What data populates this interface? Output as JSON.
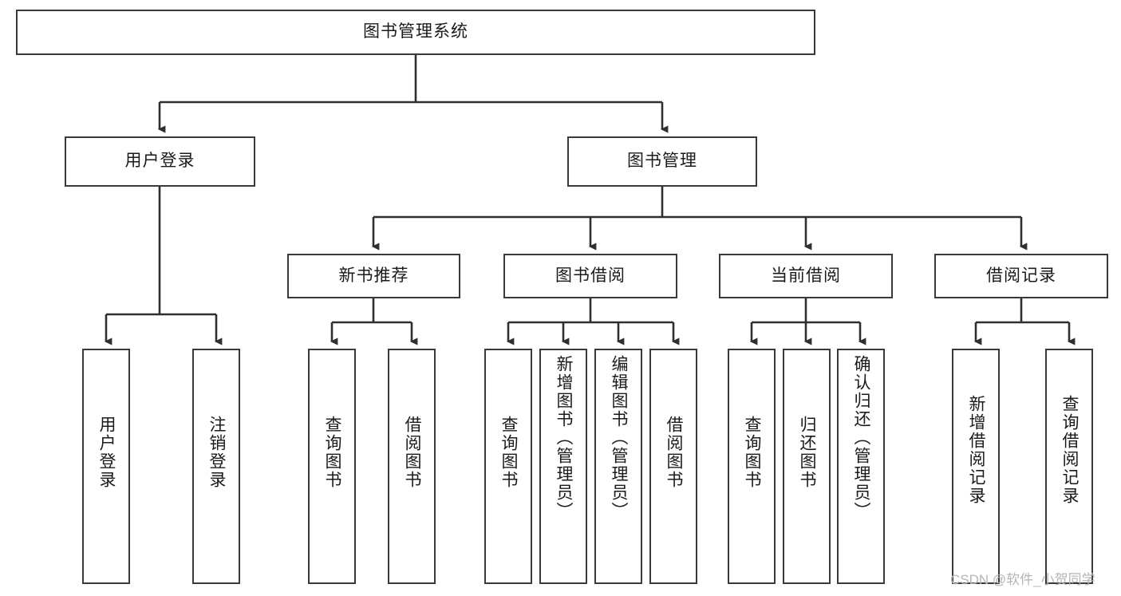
{
  "diagram": {
    "title": "图书管理系统",
    "type": "tree-hierarchy",
    "colors": {
      "box_border": "#3a3a3a",
      "box_fill": "#ffffff",
      "edge": "#2f2f2f",
      "text": "#1a1a1a",
      "watermark": "#b5b5b5"
    },
    "nodes": {
      "root": {
        "label": "图书管理系统"
      },
      "level2": [
        {
          "id": "user-login",
          "label": "用户登录"
        },
        {
          "id": "book-manage",
          "label": "图书管理"
        }
      ],
      "level3": [
        {
          "id": "new-book-recommend",
          "label": "新书推荐"
        },
        {
          "id": "book-borrow",
          "label": "图书借阅"
        },
        {
          "id": "current-borrow",
          "label": "当前借阅"
        },
        {
          "id": "borrow-record",
          "label": "借阅记录"
        }
      ],
      "leaves": {
        "user_login": [
          {
            "id": "leaf-user-login",
            "label": "用户登录"
          },
          {
            "id": "leaf-logout-login",
            "label": "注销登录"
          }
        ],
        "new_book_recommend": [
          {
            "id": "leaf-query-book-1",
            "label": "查询图书"
          },
          {
            "id": "leaf-borrow-book-1",
            "label": "借阅图书"
          }
        ],
        "book_borrow": [
          {
            "id": "leaf-query-book-2",
            "label": "查询图书"
          },
          {
            "id": "leaf-add-book-admin",
            "label": "新增图书（管理员）"
          },
          {
            "id": "leaf-edit-book-admin",
            "label": "编辑图书（管理员）"
          },
          {
            "id": "leaf-borrow-book-2",
            "label": "借阅图书"
          }
        ],
        "current_borrow": [
          {
            "id": "leaf-query-book-3",
            "label": "查询图书"
          },
          {
            "id": "leaf-return-book",
            "label": "归还图书"
          },
          {
            "id": "leaf-confirm-return-admin",
            "label": "确认归还（管理员）"
          }
        ],
        "borrow_record": [
          {
            "id": "leaf-add-borrow-record",
            "label": "新增借阅记录"
          },
          {
            "id": "leaf-query-borrow-record",
            "label": "查询借阅记录"
          }
        ]
      }
    },
    "watermark": "CSDN @软件_小贺同学"
  }
}
